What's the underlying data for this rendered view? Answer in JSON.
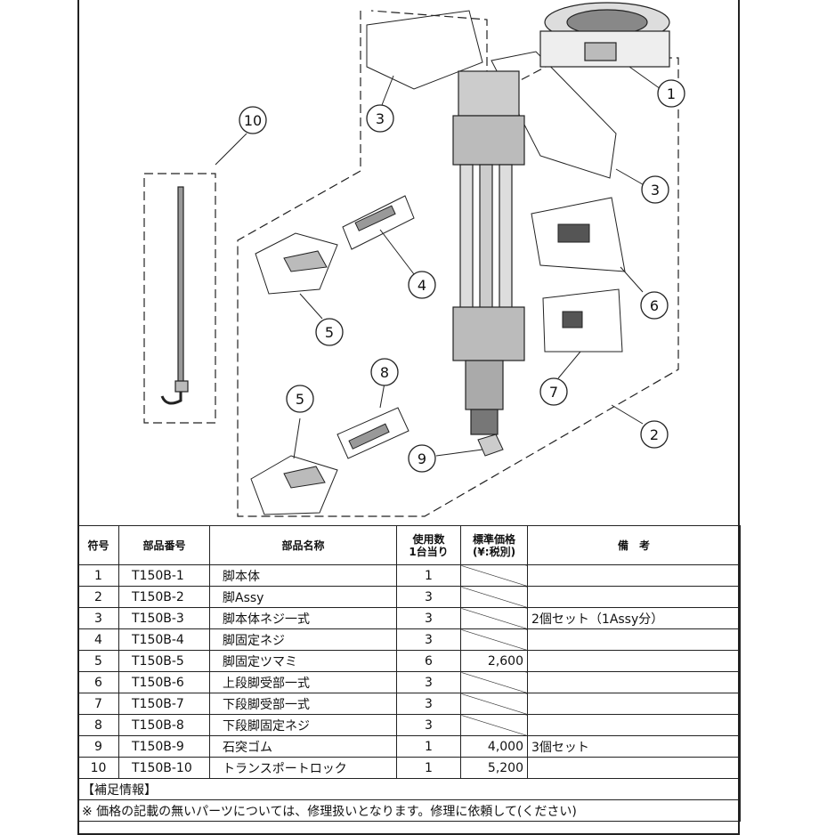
{
  "callouts": [
    "1",
    "2",
    "3",
    "3",
    "4",
    "5",
    "5",
    "6",
    "7",
    "8",
    "9",
    "10"
  ],
  "table": {
    "headers": [
      "符号",
      "部品番号",
      "部品名称",
      "使用数\n1台当り",
      "標準価格\n(¥:税別)",
      "備　考"
    ],
    "rows": [
      {
        "no": "1",
        "part": "T150B-1",
        "name": "脚本体",
        "qty": "1",
        "price": "",
        "note": ""
      },
      {
        "no": "2",
        "part": "T150B-2",
        "name": "脚Assy",
        "qty": "3",
        "price": "",
        "note": ""
      },
      {
        "no": "3",
        "part": "T150B-3",
        "name": "脚本体ネジ一式",
        "qty": "3",
        "price": "",
        "note": "2個セット（1Assy分）"
      },
      {
        "no": "4",
        "part": "T150B-4",
        "name": "脚固定ネジ",
        "qty": "3",
        "price": "",
        "note": ""
      },
      {
        "no": "5",
        "part": "T150B-5",
        "name": "脚固定ツマミ",
        "qty": "6",
        "price": "2,600",
        "note": ""
      },
      {
        "no": "6",
        "part": "T150B-6",
        "name": "上段脚受部一式",
        "qty": "3",
        "price": "",
        "note": ""
      },
      {
        "no": "7",
        "part": "T150B-7",
        "name": "下段脚受部一式",
        "qty": "3",
        "price": "",
        "note": ""
      },
      {
        "no": "8",
        "part": "T150B-8",
        "name": "下段脚固定ネジ",
        "qty": "3",
        "price": "",
        "note": ""
      },
      {
        "no": "9",
        "part": "T150B-9",
        "name": "石突ゴム",
        "qty": "1",
        "price": "4,000",
        "note": "3個セット"
      },
      {
        "no": "10",
        "part": "T150B-10",
        "name": "トランスポートロック",
        "qty": "1",
        "price": "5,200",
        "note": ""
      }
    ],
    "supplement_label": "【補足情報】",
    "supplement_text": "※ 価格の記載の無いパーツについては、修理扱いとなります。修理に依頼して(ください)"
  }
}
